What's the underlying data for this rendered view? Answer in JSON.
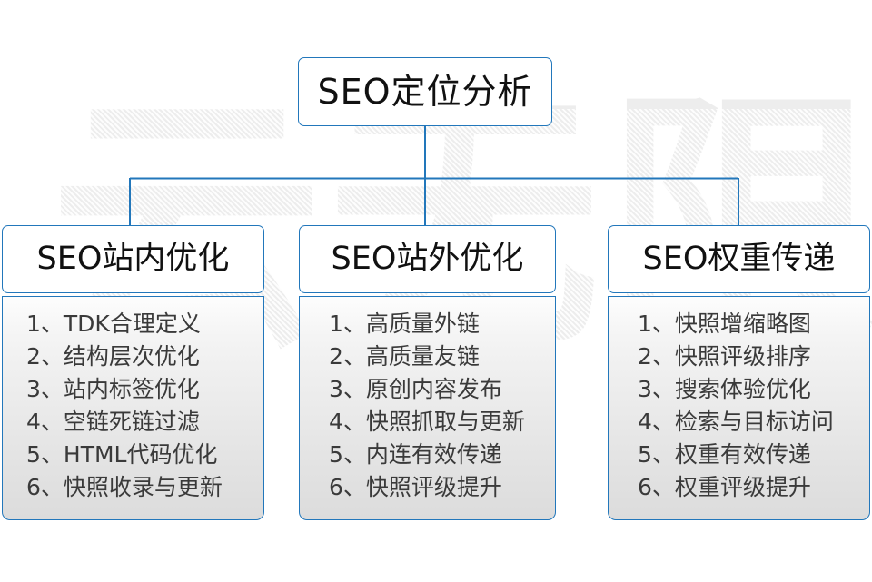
{
  "diagram": {
    "title_node": {
      "label": "SEO定位分析"
    },
    "columns": [
      {
        "header": "SEO站内优化",
        "items": [
          "1、TDK合理定义",
          "2、结构层次优化",
          "3、站内标签优化",
          "4、空链死链过滤",
          "5、HTML代码优化",
          "6、快照收录与更新"
        ]
      },
      {
        "header": "SEO站外优化",
        "items": [
          "1、高质量外链",
          "2、高质量友链",
          "3、原创内容发布",
          "4、快照抓取与更新",
          "5、内连有效传递",
          "6、快照评级提升"
        ]
      },
      {
        "header": "SEO权重传递",
        "items": [
          "1、快照增缩略图",
          "2、快照评级排序",
          "3、搜索体验优化",
          "4、检索与目标访问",
          "5、权重有效传递",
          "6、权重评级提升"
        ]
      }
    ],
    "watermark": {
      "text": "云无限"
    },
    "colors": {
      "border": "#2277bb",
      "connector": "#2277bb",
      "title_text": "#111111",
      "item_text": "#3a3a3a",
      "watermark": "#ededed",
      "background": "#ffffff"
    }
  }
}
